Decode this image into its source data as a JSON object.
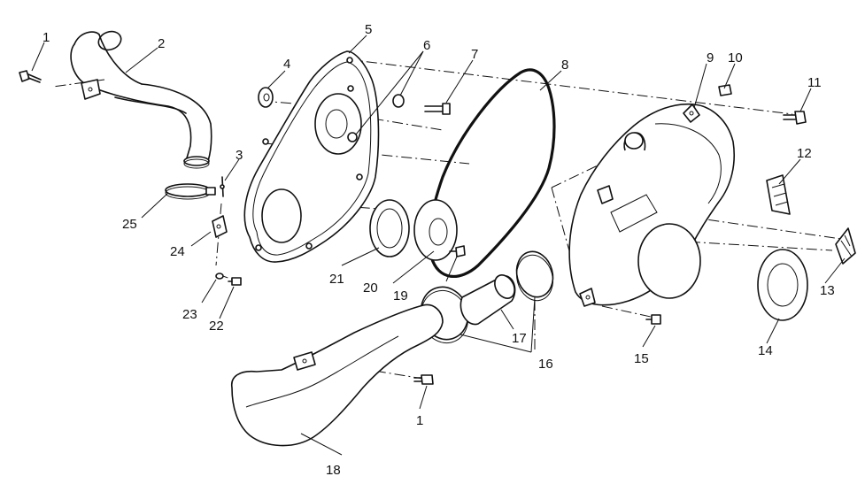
{
  "diagram": {
    "parts": [
      {
        "num": "1",
        "name": "bolt-upper"
      },
      {
        "num": "2",
        "name": "intake-duct"
      },
      {
        "num": "3",
        "name": "rivet"
      },
      {
        "num": "4",
        "name": "washer-4"
      },
      {
        "num": "5",
        "name": "inner-cover"
      },
      {
        "num": "6",
        "name": "washer-6"
      },
      {
        "num": "7",
        "name": "bolt-7"
      },
      {
        "num": "8",
        "name": "drive-belt"
      },
      {
        "num": "9",
        "name": "outer-cover"
      },
      {
        "num": "10",
        "name": "clip-10"
      },
      {
        "num": "11",
        "name": "bolt-11"
      },
      {
        "num": "12",
        "name": "decal-12"
      },
      {
        "num": "13",
        "name": "decal-13"
      },
      {
        "num": "14",
        "name": "seal-14"
      },
      {
        "num": "15",
        "name": "screw-15"
      },
      {
        "num": "16",
        "name": "clamps-16"
      },
      {
        "num": "17",
        "name": "hose-17"
      },
      {
        "num": "18",
        "name": "outlet-duct"
      },
      {
        "num": "19",
        "name": "screw-19"
      },
      {
        "num": "20",
        "name": "seal-plate-20"
      },
      {
        "num": "21",
        "name": "seal-21"
      },
      {
        "num": "22",
        "name": "bolt-22"
      },
      {
        "num": "23",
        "name": "washer-23"
      },
      {
        "num": "24",
        "name": "bracket-24"
      },
      {
        "num": "25",
        "name": "clamp-25"
      },
      {
        "num": "1",
        "name": "bolt-lower"
      }
    ]
  }
}
